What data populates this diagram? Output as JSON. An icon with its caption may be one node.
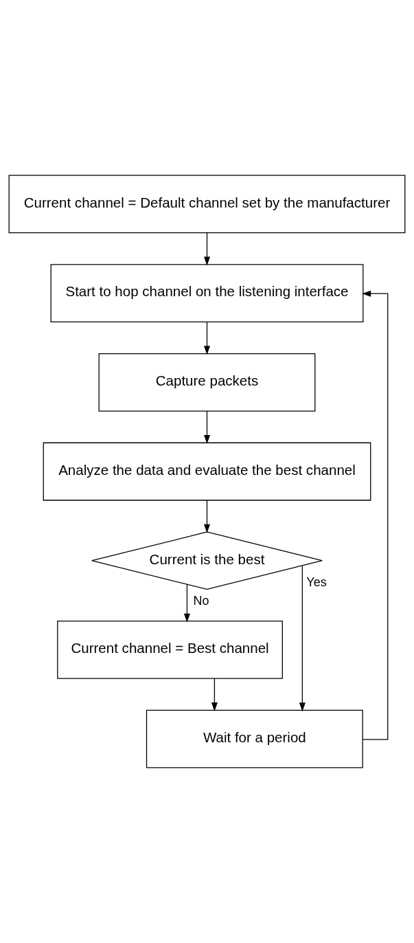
{
  "diagram": {
    "nodes": [
      {
        "text": [
          "Current channel = Default channel set by the manufacturer"
        ]
      },
      {
        "text": [
          "Start to hop channel on the listening interface"
        ]
      },
      {
        "text": [
          "Capture packets"
        ]
      },
      {
        "text": [
          "Analyze the data and evaluate the best channel"
        ]
      },
      {
        "text": [
          "Current is the best"
        ]
      },
      {
        "text": [
          "Current channel = Best channel"
        ]
      },
      {
        "text": [
          "Wait for a period"
        ]
      }
    ],
    "edges": [
      {
        "from": 0,
        "to": 1,
        "arrow": "to"
      },
      {
        "from": 1,
        "to": 2,
        "arrow": "to"
      },
      {
        "from": 2,
        "to": 3,
        "arrow": "to"
      },
      {
        "from": 3,
        "to": 4,
        "arrow": "to"
      },
      {
        "from": 4,
        "to": 6,
        "arrow": "to",
        "label": "Yes"
      },
      {
        "from": 4,
        "to": 5,
        "arrow": "to",
        "label": "No"
      },
      {
        "from": 5,
        "to": 6,
        "arrow": "to"
      },
      {
        "from": 6,
        "to": 1,
        "arrow": "to"
      }
    ]
  }
}
